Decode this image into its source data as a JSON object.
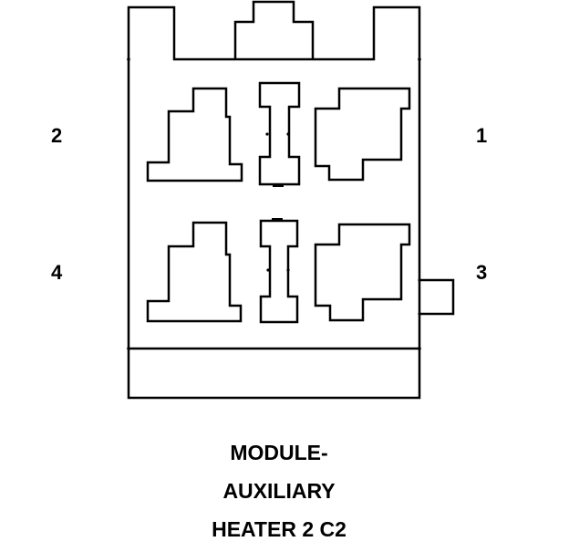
{
  "connector": {
    "pins": [
      {
        "id": "1",
        "label": "1"
      },
      {
        "id": "2",
        "label": "2"
      },
      {
        "id": "3",
        "label": "3"
      },
      {
        "id": "4",
        "label": "4"
      }
    ]
  },
  "caption": {
    "line1": "MODULE-",
    "line2": "AUXILIARY",
    "line3": "HEATER 2 C2"
  },
  "colors": {
    "stroke": "#000000",
    "background": "#ffffff"
  }
}
